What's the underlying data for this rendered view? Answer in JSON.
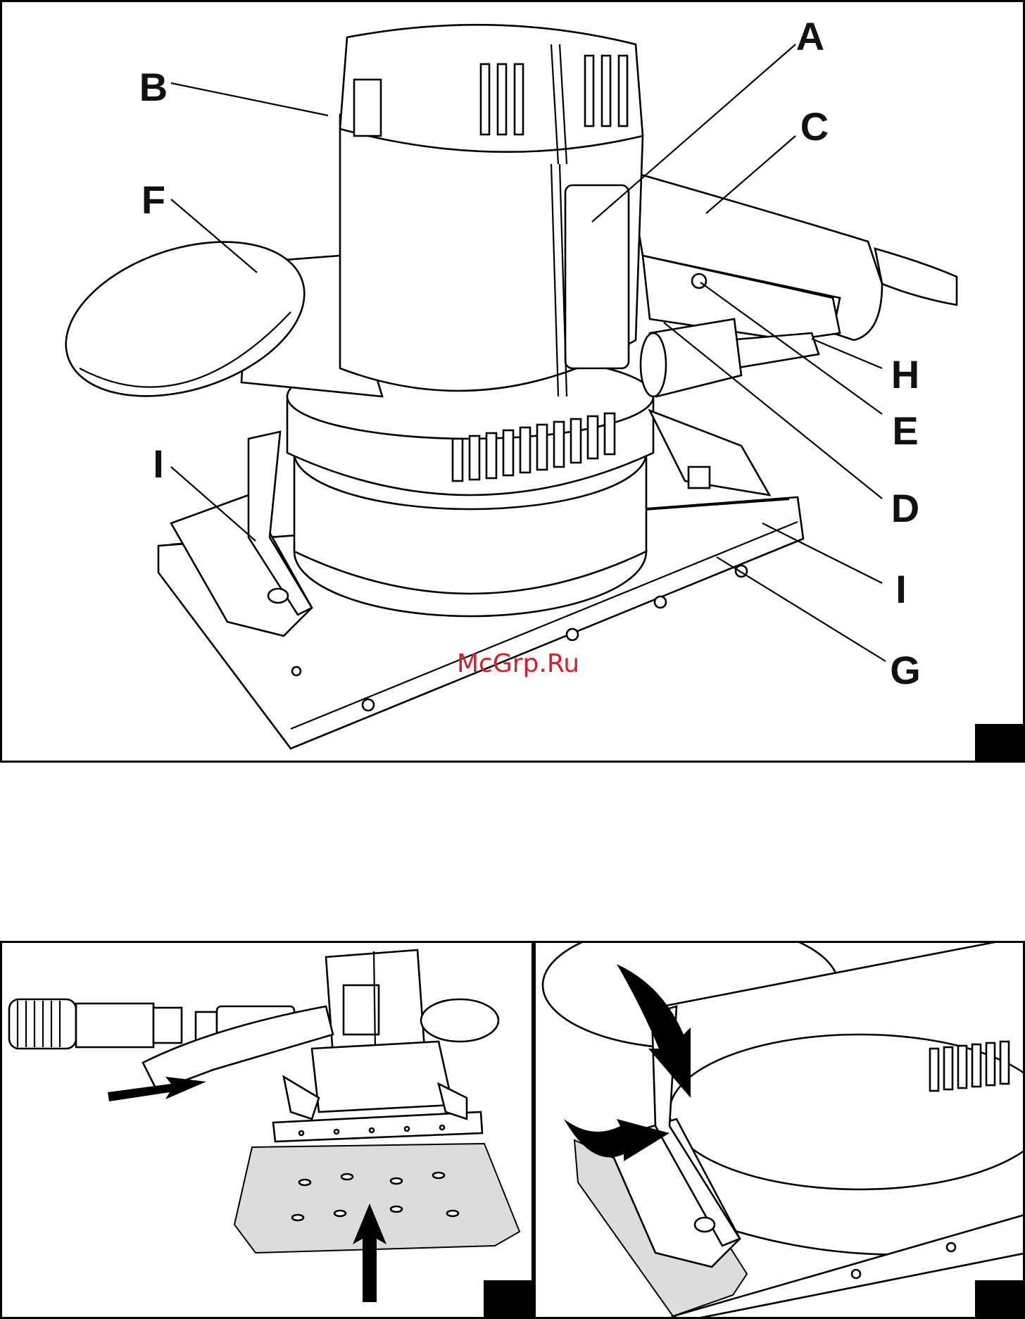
{
  "figure1": {
    "labels": {
      "A": "A",
      "B": "B",
      "C": "C",
      "D": "D",
      "E": "E",
      "F": "F",
      "G": "G",
      "H": "H",
      "I_left": "I",
      "I_right": "I"
    },
    "watermark": "McGrp.Ru"
  },
  "figure2": {},
  "figure3": {}
}
